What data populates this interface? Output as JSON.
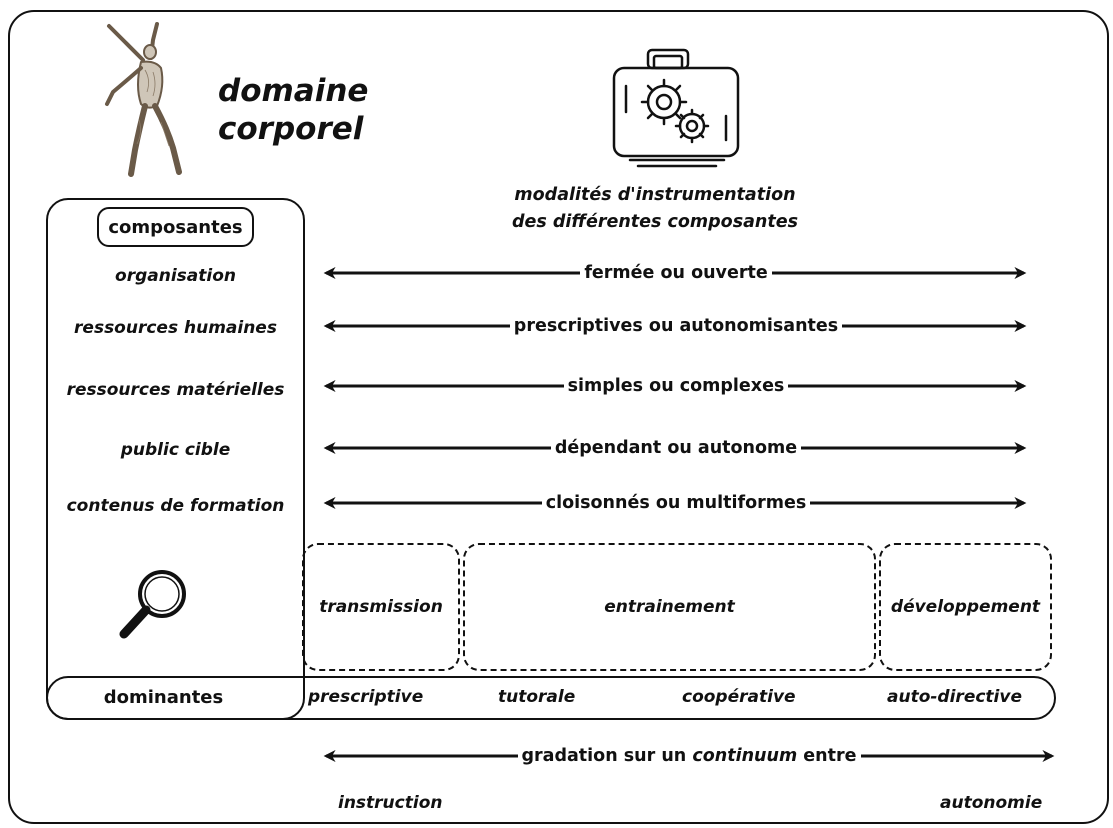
{
  "title": {
    "line1": "domaine",
    "line2": "corporel"
  },
  "modalites": {
    "line1": "modalités d'instrumentation",
    "line2": "des différentes composantes"
  },
  "composantes": {
    "header": "composantes",
    "items": [
      "organisation",
      "ressources humaines",
      "ressources matérielles",
      "public cible",
      "contenus de formation"
    ]
  },
  "arrows": [
    "fermée ou ouverte",
    "prescriptives ou autonomisantes",
    "simples ou complexes",
    "dépendant ou autonome",
    "cloisonnés ou multiformes"
  ],
  "phases": [
    "transmission",
    "entrainement",
    "développement"
  ],
  "dominantes": {
    "label": "dominantes",
    "items": [
      "prescriptive",
      "tutorale",
      "coopérative",
      "auto-directive"
    ]
  },
  "gradation": {
    "prefix": "gradation sur un ",
    "emphasis": "continuum",
    "suffix": " entre",
    "left_end": "instruction",
    "right_end": "autonomie"
  },
  "icons": {
    "figure": "anatomical-figure-icon",
    "toolbox": "toolbox-gears-icon",
    "magnifier": "magnifying-glass-icon"
  },
  "colors": {
    "ink": "#111111",
    "background": "#ffffff"
  }
}
